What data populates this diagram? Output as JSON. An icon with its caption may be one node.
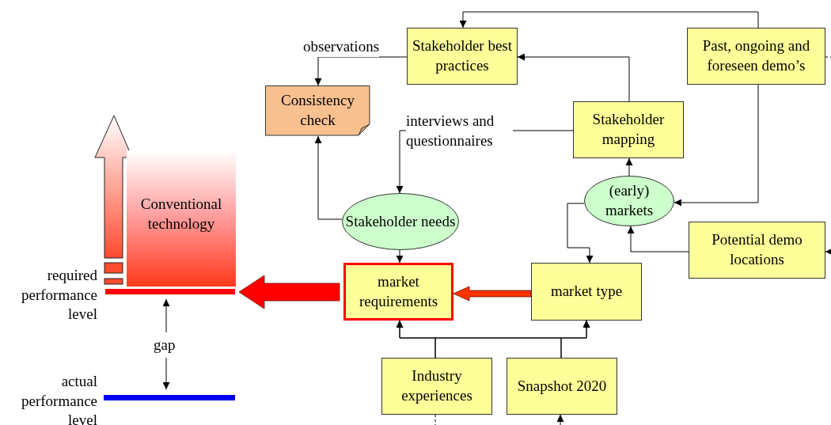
{
  "diagram": {
    "nodes": [
      {
        "text": [
          "Stakeholder best practices"
        ]
      },
      {
        "text": [
          "Past, ongoing and foreseen demo’s"
        ]
      },
      {
        "text": [
          "Consistency check"
        ]
      },
      {
        "text": [
          "Stakeholder mapping"
        ]
      },
      {
        "text": [
          "Stakeholder needs"
        ]
      },
      {
        "text": [
          "(early) markets"
        ]
      },
      {
        "text": [
          "Potential demo locations"
        ]
      },
      {
        "text": [
          "market requirements"
        ]
      },
      {
        "text": [
          "market type"
        ]
      },
      {
        "text": [
          "Industry experiences"
        ]
      },
      {
        "text": [
          "Snapshot 2020"
        ]
      },
      {
        "text": [
          "Conventional technology"
        ]
      },
      {
        "text": [],
        "shape": "bar",
        "beside": [
          "required performance level"
        ]
      },
      {
        "text": [],
        "shape": "bar",
        "beside": [
          "actual performance level"
        ]
      }
    ],
    "edges": [
      {
        "from": 0,
        "to": 2,
        "arrow": "to",
        "label": "observations"
      },
      {
        "from": 1,
        "to": 0,
        "arrow": "to"
      },
      {
        "from": 3,
        "to": 0,
        "arrow": "to"
      },
      {
        "from": 3,
        "to": 4,
        "arrow": "to",
        "label": "interviews and questionnaires"
      },
      {
        "from": 4,
        "to": 2,
        "arrow": "to"
      },
      {
        "from": 4,
        "to": 7,
        "arrow": "to"
      },
      {
        "from": 5,
        "to": 3,
        "arrow": "to"
      },
      {
        "from": 1,
        "to": 5,
        "arrow": "to"
      },
      {
        "from": 6,
        "to": 5,
        "arrow": "to"
      },
      {
        "from": 5,
        "to": 8,
        "arrow": "to"
      },
      {
        "from": 8,
        "to": 7,
        "arrow": "to",
        "style": "thick",
        "color": "#ff3300"
      },
      {
        "from": 7,
        "to": 12,
        "arrow": "to",
        "style": "thick",
        "color": "#ff0000"
      },
      {
        "from": 9,
        "to": 7,
        "arrow": "to"
      },
      {
        "from": 9,
        "to": 8,
        "arrow": "to"
      },
      {
        "from": 10,
        "to": 7,
        "arrow": "to"
      },
      {
        "from": 10,
        "to": 8,
        "arrow": "to"
      },
      {
        "from": 1,
        "to": null,
        "arrow": "none",
        "style": "dashed"
      },
      {
        "from": null,
        "to": 6,
        "arrow": "to"
      },
      {
        "from": 9,
        "to": null,
        "arrow": "none",
        "style": "dashed"
      },
      {
        "from": null,
        "to": 10,
        "arrow": "to"
      }
    ],
    "labels": [
      "gap"
    ]
  }
}
